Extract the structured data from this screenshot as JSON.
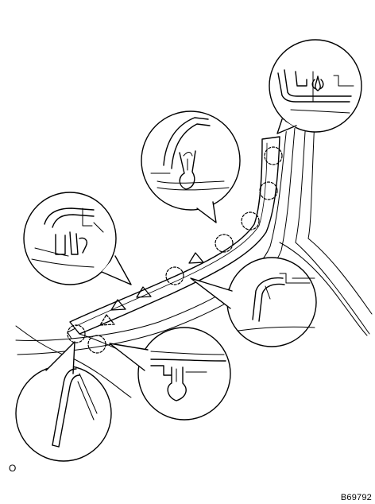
{
  "figure": {
    "code": "B69792",
    "corner_mark": "O",
    "ink_color": "#000000",
    "background_color": "#ffffff"
  },
  "diagram": {
    "subject": "pillar-garnish-trim",
    "callouts": [
      {
        "name": "callout-top-right",
        "content": "clip-in-bracket"
      },
      {
        "name": "callout-upper-middle",
        "content": "push-clip"
      },
      {
        "name": "callout-upper-left",
        "content": "claw-clip"
      },
      {
        "name": "callout-right",
        "content": "hook-claw"
      },
      {
        "name": "callout-lower-middle",
        "content": "push-clip"
      },
      {
        "name": "callout-lower-left",
        "content": "claw-end"
      }
    ],
    "clip_locations": 7,
    "claw_markers": 4
  }
}
